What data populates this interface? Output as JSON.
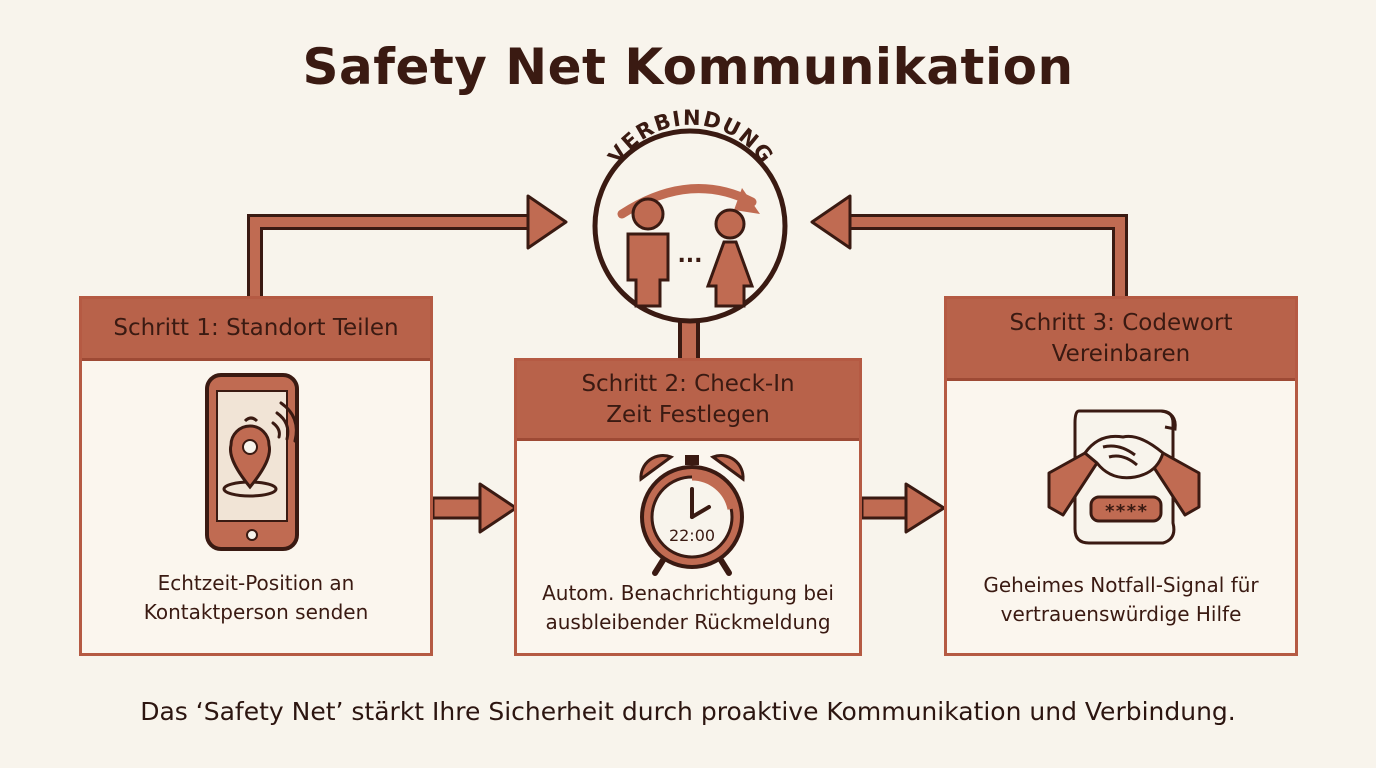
{
  "title": "Safety Net Kommunikation",
  "hub": {
    "label": "VERBINDUNG",
    "dots": "..."
  },
  "steps": [
    {
      "header": "Schritt 1: Standort Teilen",
      "description": "Echtzeit-Position an\nKontaktperson senden",
      "icon": "location-phone-icon"
    },
    {
      "header": "Schritt 2: Check-In\nZeit Festlegen",
      "description": "Autom. Benachrichtigung bei\nausbleibender Rückmeldung",
      "icon": "alarm-clock-icon",
      "clock_time": "22:00"
    },
    {
      "header": "Schritt 3: Codewort\nVereinbaren",
      "description": "Geheimes Notfall-Signal für\nvertrauenswürdige Hilfe",
      "icon": "handshake-code-icon",
      "code_text": "****"
    }
  ],
  "footer": "Das ‘Safety Net’ stärkt Ihre Sicherheit durch proaktive Kommunikation und Verbindung.",
  "colors": {
    "accent": "#b8624a",
    "stroke": "#3a1a12",
    "background": "#f8f4ec",
    "arrow": "#b55a43"
  }
}
